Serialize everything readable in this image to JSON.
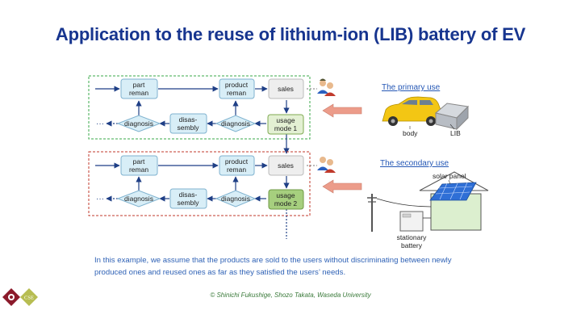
{
  "title": "Application to the reuse of lithium-ion (LIB) battery of EV",
  "primary": {
    "heading": "The primary use",
    "part_reman": [
      "part",
      "reman"
    ],
    "product_reman": [
      "product",
      "reman"
    ],
    "sales": "sales",
    "diagnosis_left": "diagnosis",
    "disassembly": [
      "disas-",
      "sembly"
    ],
    "diagnosis_mid": "diagnosis",
    "usage": [
      "usage",
      "mode 1"
    ],
    "body_label": "body",
    "lib_label": "LIB"
  },
  "secondary": {
    "heading": "The secondary use",
    "part_reman": [
      "part",
      "reman"
    ],
    "product_reman": [
      "product",
      "reman"
    ],
    "sales": "sales",
    "diagnosis_left": "diagnosis",
    "disassembly": [
      "disas-",
      "sembly"
    ],
    "diagnosis_mid": "diagnosis",
    "usage": [
      "usage",
      "mode 2"
    ],
    "solar_label": "solar panel",
    "battery_label": [
      "stationary",
      "battery"
    ]
  },
  "note": "In this example, we assume that the products are sold to the users without discriminating between newly produced ones and reused ones as far as they satisfied the users’ needs.",
  "copyright": "© Shinichi Fukushige, Shozo Takata, Waseda University",
  "logos": [
    "CSE"
  ],
  "colors": {
    "title": "#17358f",
    "box_fill": "#d8eef7",
    "box_stroke": "#7fb2cf",
    "arrow": "#1f3f86",
    "usage_fill": "#c6e0a6",
    "usage_stroke": "#7faa52",
    "primary_frame": "#3aa84a",
    "secondary_frame": "#c0392b",
    "link": "#2457b5",
    "big_arrow": "#e89a88"
  }
}
